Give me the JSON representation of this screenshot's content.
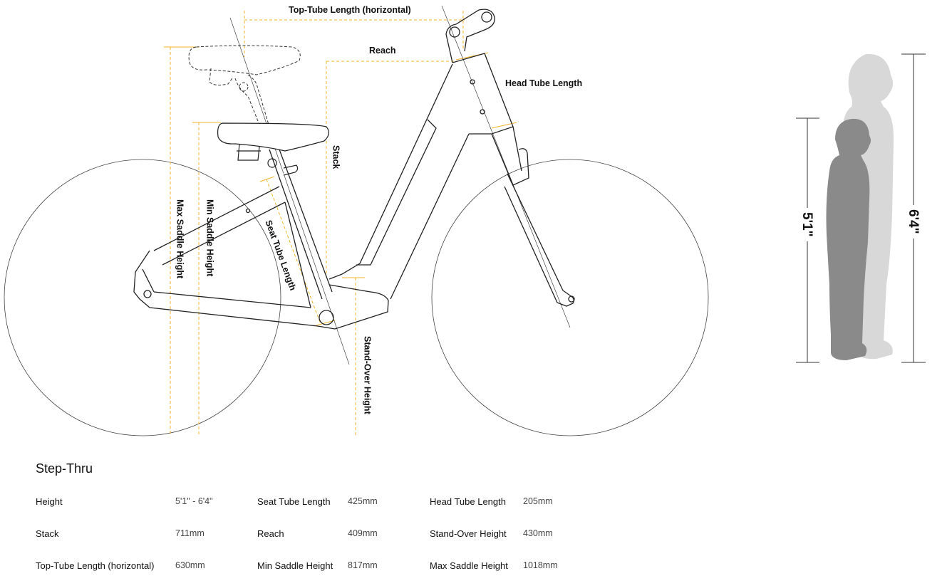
{
  "diagram": {
    "labels": {
      "top_tube": "Top-Tube Length (horizontal)",
      "reach": "Reach",
      "head_tube": "Head Tube Length",
      "stack": "Stack",
      "max_saddle": "Max Saddle Height",
      "min_saddle": "Min Saddle Height",
      "seat_tube": "Seat Tube Length",
      "stand_over": "Stand-Over Height"
    },
    "rider_heights": {
      "short": "5'1\"",
      "tall": "6'4\""
    },
    "colors": {
      "dimension_line": "#f0b429",
      "outline": "#222222",
      "rider_short": "#8a8a8a",
      "rider_tall": "#d8d8d8"
    }
  },
  "specs": {
    "title": "Step-Thru",
    "rows": [
      [
        {
          "label": "Height",
          "value": "5'1\" - 6'4\""
        },
        {
          "label": "Seat Tube Length",
          "value": "425mm"
        },
        {
          "label": "Head Tube Length",
          "value": "205mm"
        }
      ],
      [
        {
          "label": "Stack",
          "value": "711mm"
        },
        {
          "label": "Reach",
          "value": "409mm"
        },
        {
          "label": "Stand-Over Height",
          "value": "430mm"
        }
      ],
      [
        {
          "label": "Top-Tube Length (horizontal)",
          "value": "630mm"
        },
        {
          "label": "Min Saddle Height",
          "value": "817mm"
        },
        {
          "label": "Max Saddle Height",
          "value": "1018mm"
        }
      ]
    ]
  }
}
